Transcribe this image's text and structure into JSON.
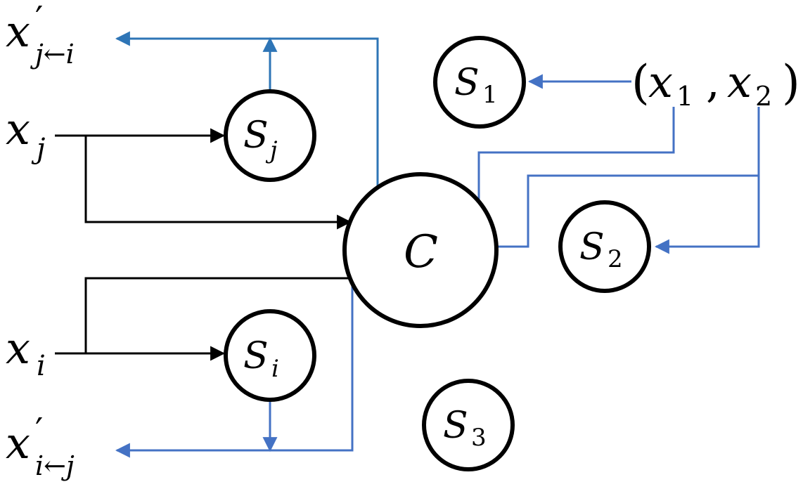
{
  "colors": {
    "ink": "#000000",
    "blue": "#4472C4",
    "blue_dark": "#2E75B6",
    "background": "#FFFFFF"
  },
  "nodes": {
    "server_j": {
      "script": "S",
      "sub": "j"
    },
    "server_i": {
      "script": "S",
      "sub": "i"
    },
    "coordinator": {
      "script": "C"
    },
    "server_1": {
      "script": "S",
      "sub": "1"
    },
    "server_2": {
      "script": "S",
      "sub": "2"
    },
    "server_3": {
      "script": "S",
      "sub": "3"
    }
  },
  "labels": {
    "x_j": {
      "base": "x",
      "sub": "j"
    },
    "x_i": {
      "base": "x",
      "sub": "i"
    },
    "x_prime_j_from_i": {
      "base": "x",
      "prime": "′",
      "sub": "j←i"
    },
    "x_prime_i_from_j": {
      "base": "x",
      "prime": "′",
      "sub": "i←j"
    },
    "pair": {
      "open": "(",
      "a": "x",
      "a_sub": "1",
      "comma": ",",
      "b": "x",
      "b_sub": "2",
      "close": ")"
    }
  }
}
